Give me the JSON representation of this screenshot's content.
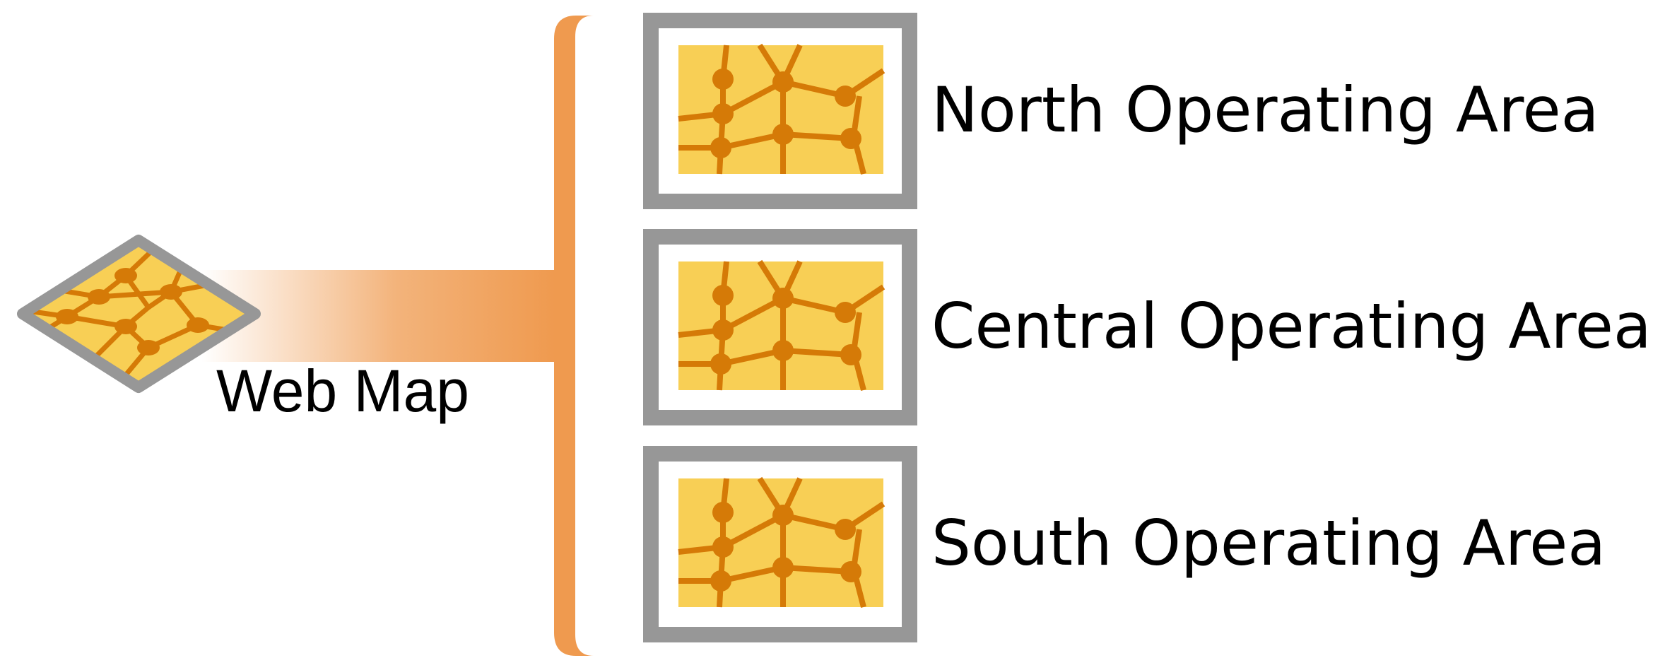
{
  "web_map": {
    "label": "Web Map",
    "icon": "web-map-icon"
  },
  "areas": [
    {
      "label": "North Operating Area",
      "icon": "map-icon"
    },
    {
      "label": "Central Operating Area",
      "icon": "map-icon"
    },
    {
      "label": "South Operating Area",
      "icon": "map-icon"
    }
  ],
  "colors": {
    "map_fill": "#f8cf55",
    "map_lines": "#d57a07",
    "frame": "#979797",
    "connector": "#ef9a4f"
  }
}
